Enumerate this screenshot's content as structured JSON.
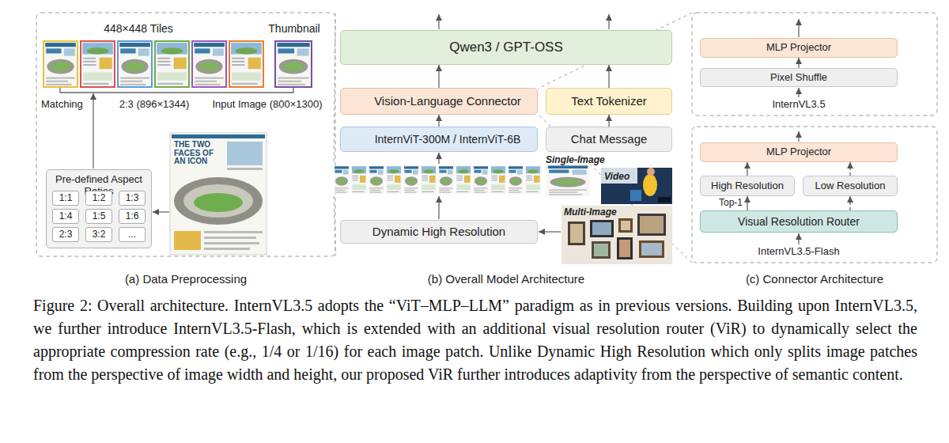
{
  "diagram": {
    "caption": "Figure 2: Overall architecture. InternVL3.5 adopts the “ViT–MLP–LLM” paradigm as in previous versions. Building upon InternVL3.5, we further introduce InternVL3.5-Flash, which is extended with an additional visual resolution router (ViR) to dynamically select the appropriate compression rate (e.g., 1/4 or 1/16) for each image patch. Unlike Dynamic High Resolution which only splits image patches from the perspective of image width and height, our proposed ViR further introduces adaptivity from the perspective of semantic content.",
    "nodes": [
      {
        "text": [
          "Pre-defined Aspect Ratios"
        ]
      },
      {
        "text": [
          "1:1"
        ],
        "in": 0
      },
      {
        "text": [
          "1:2"
        ],
        "in": 0
      },
      {
        "text": [
          "1:3"
        ],
        "in": 0
      },
      {
        "text": [
          "1:4"
        ],
        "in": 0
      },
      {
        "text": [
          "1:5"
        ],
        "in": 0
      },
      {
        "text": [
          "1:6"
        ],
        "in": 0
      },
      {
        "text": [
          "2:3"
        ],
        "in": 0
      },
      {
        "text": [
          "3:2"
        ],
        "in": 0
      },
      {
        "text": [
          "..."
        ],
        "in": 0
      },
      {
        "text": [
          "Qwen3 / GPT-OSS"
        ]
      },
      {
        "text": [
          "Vision-Language Connector"
        ]
      },
      {
        "text": [
          "Text Tokenizer"
        ]
      },
      {
        "text": [
          "InternViT-300M / InternViT-6B"
        ]
      },
      {
        "text": [
          "Chat Message"
        ]
      },
      {
        "text": [
          "Dynamic High Resolution"
        ]
      },
      {
        "text": [
          "MLP Projector"
        ]
      },
      {
        "text": [
          "Pixel Shuffle"
        ]
      },
      {
        "text": [
          "MLP Projector"
        ]
      },
      {
        "text": [
          "High Resolution"
        ]
      },
      {
        "text": [
          "Low Resolution"
        ]
      },
      {
        "text": [
          "Visual Resolution Router"
        ]
      }
    ],
    "edges": [
      {
        "from": 11,
        "to": 10,
        "arrow": "to"
      },
      {
        "from": 12,
        "to": 10,
        "arrow": "to"
      },
      {
        "from": 13,
        "to": 11,
        "arrow": "to"
      },
      {
        "from": 14,
        "to": 12,
        "arrow": "to"
      },
      {
        "from": 17,
        "to": 16,
        "arrow": "to"
      },
      {
        "from": 21,
        "to": 19,
        "label": "Top-1",
        "arrow": "to"
      },
      {
        "from": 21,
        "to": 20,
        "arrow": "to"
      },
      {
        "from": 19,
        "to": 18,
        "arrow": "to"
      },
      {
        "from": 20,
        "to": 18,
        "arrow": "to"
      }
    ],
    "labels": [
      "448×448 Tiles",
      "Thumbnail",
      "Matching",
      "2:3 (896×1344)",
      "Input Image (800×1300)",
      "THE TWO FACES OF AN ICON",
      "Single-Image",
      "Video",
      "Multi-Image",
      "InternVL3.5",
      "InternVL3.5-Flash",
      "(a) Data Preprocessing",
      "(b) Overall Model Architecture",
      "(c) Connector Architecture"
    ]
  }
}
